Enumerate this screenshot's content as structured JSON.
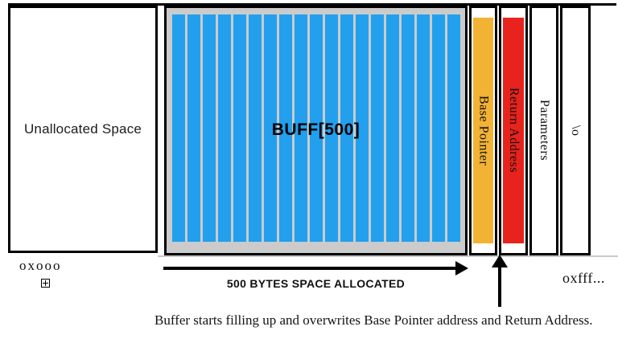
{
  "figure": {
    "unallocated": {
      "label": "Unallocated Space"
    },
    "buffer": {
      "label": "BUFF[500]"
    },
    "stack_columns": [
      {
        "label": "Base Pointer",
        "fill": "#F2B233"
      },
      {
        "label": "Return Address",
        "fill": "#E8231D"
      },
      {
        "label": "Parameters",
        "fill": "#FFFFFF"
      },
      {
        "label": "\\o",
        "fill": "#FFFFFF"
      }
    ],
    "addresses": {
      "low": "oxooo",
      "high": "oxfff..."
    },
    "allocation_arrow_label": "500 BYTES SPACE ALLOCATED",
    "caption": "Buffer starts filling up and overwrites Base Pointer address and Return Address.",
    "colors": {
      "stripe_blue": "#22A0EE",
      "buffer_gray": "#CBCBCB",
      "base_pointer_orange": "#F2B233",
      "return_address_red": "#E8231D",
      "outline_black": "#000000"
    }
  }
}
